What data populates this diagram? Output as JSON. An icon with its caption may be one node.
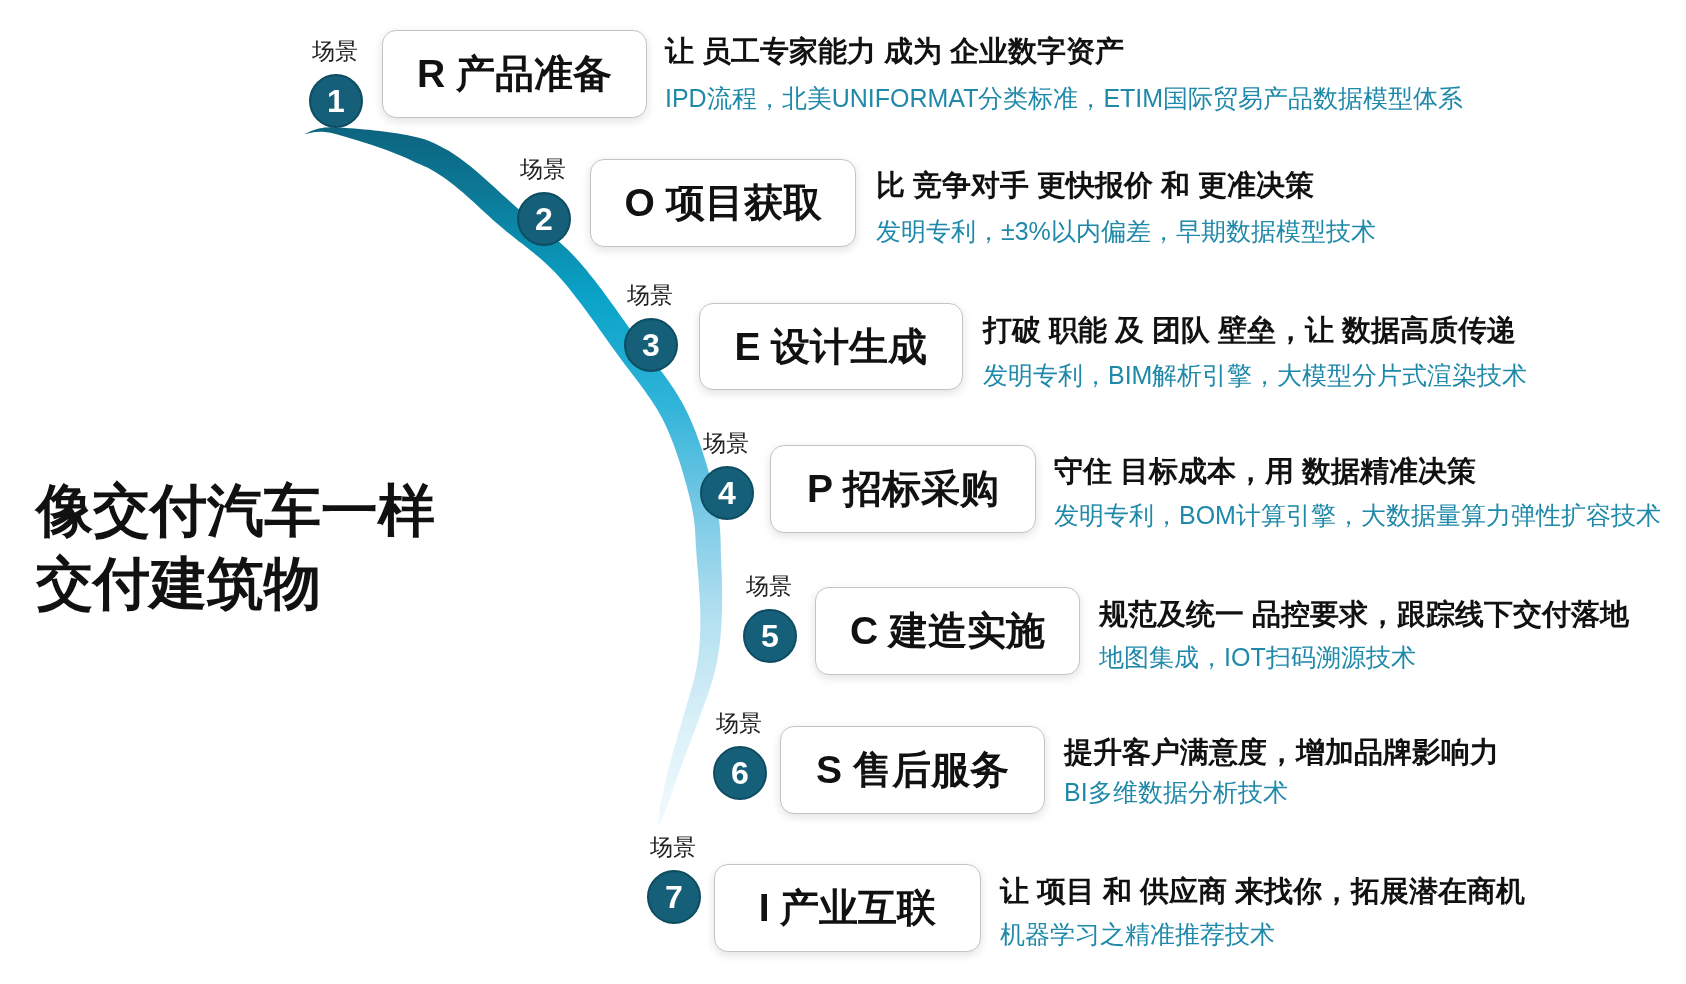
{
  "diagram": {
    "title": "像交付汽车一样交付建筑物",
    "nodes": [
      {
        "text": [
          "1"
        ],
        "beside": [
          "场景"
        ]
      },
      {
        "text": [
          "R 产品准备"
        ],
        "beside": [
          "让 员工专家能力 成为 企业数字资产",
          "IPD流程，北美UNIFORMAT分类标准，ETIM国际贸易产品数据模型体系"
        ]
      },
      {
        "text": [
          "2"
        ],
        "beside": [
          "场景"
        ]
      },
      {
        "text": [
          "O 项目获取"
        ],
        "beside": [
          "比 竞争对手 更快报价 和 更准决策",
          "发明专利，±3%以内偏差，早期数据模型技术"
        ]
      },
      {
        "text": [
          "3"
        ],
        "beside": [
          "场景"
        ]
      },
      {
        "text": [
          "E 设计生成"
        ],
        "beside": [
          "打破 职能 及 团队 壁垒，让 数据高质传递",
          "发明专利，BIM解析引擎，大模型分片式渲染技术"
        ]
      },
      {
        "text": [
          "4"
        ],
        "beside": [
          "场景"
        ]
      },
      {
        "text": [
          "P 招标采购"
        ],
        "beside": [
          "守住 目标成本，用 数据精准决策",
          "发明专利，BOM计算引擎，大数据量算力弹性扩容技术"
        ]
      },
      {
        "text": [
          "5"
        ],
        "beside": [
          "场景"
        ]
      },
      {
        "text": [
          "C 建造实施"
        ],
        "beside": [
          "规范及统一 品控要求，跟踪线下交付落地",
          "地图集成，IOT扫码溯源技术"
        ]
      },
      {
        "text": [
          "6"
        ],
        "beside": [
          "场景"
        ]
      },
      {
        "text": [
          "S 售后服务"
        ],
        "beside": [
          "提升客户满意度，增加品牌影响力",
          "BI多维数据分析技术"
        ]
      },
      {
        "text": [
          "7"
        ],
        "beside": [
          "场景"
        ]
      },
      {
        "text": [
          "I 产业互联"
        ],
        "beside": [
          "让 项目 和 供应商 来找你，拓展潜在商机",
          "机器学习之精准推荐技术"
        ]
      }
    ]
  }
}
